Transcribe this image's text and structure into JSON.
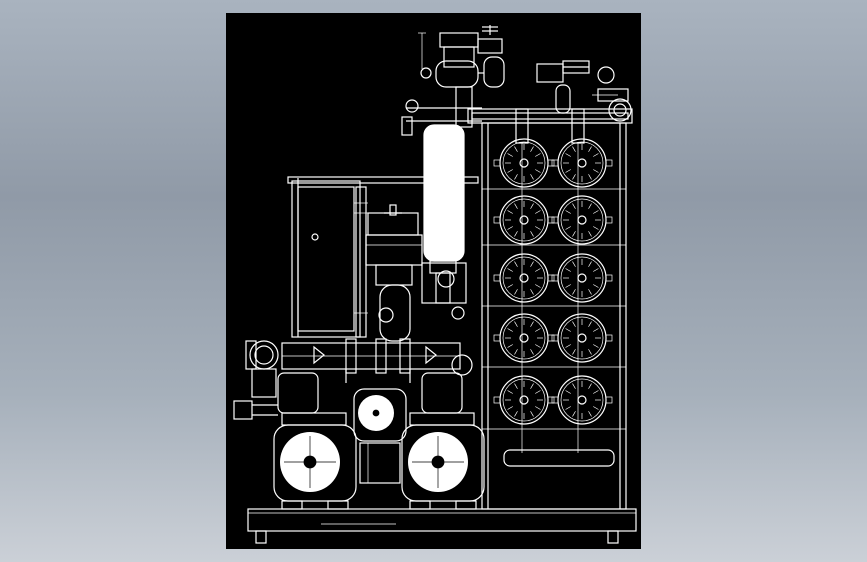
{
  "viewport": {
    "background_top": "#a9b3bf",
    "background_bottom": "#cbd0d7"
  },
  "drawing": {
    "background": "#000000",
    "line_color": "#ffffff",
    "membrane_rack": {
      "columns": 2,
      "rows": 5
    },
    "pumps": 2,
    "view": "cad-front-elevation"
  }
}
